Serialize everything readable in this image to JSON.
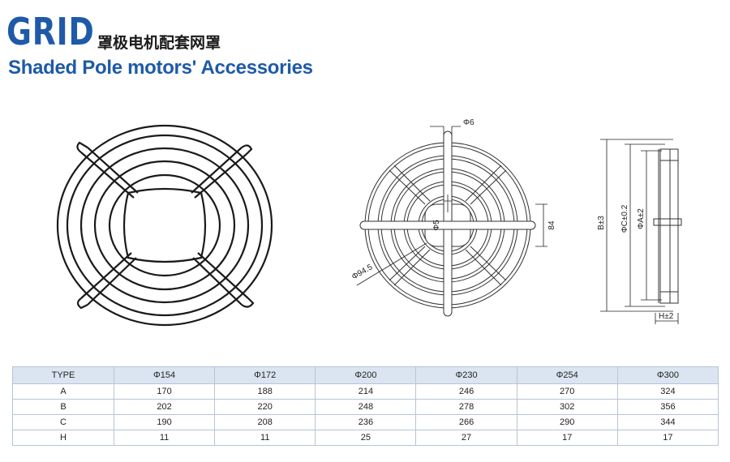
{
  "header": {
    "brand": "GRID",
    "cn_title": "罩极电机配套网罩",
    "en_title": "Shaded Pole motors' Accessories"
  },
  "dimensions": {
    "phi6": "Φ6",
    "phi5": "Φ5",
    "d84": "84",
    "phi94": "Φ94.5",
    "b": "B±3",
    "c": "ΦC±0.2",
    "a": "ΦA±2",
    "h": "H±2"
  },
  "table": {
    "headers": [
      "TYPE",
      "Φ154",
      "Φ172",
      "Φ200",
      "Φ230",
      "Φ254",
      "Φ300"
    ],
    "rows": [
      [
        "A",
        "170",
        "188",
        "214",
        "246",
        "270",
        "324"
      ],
      [
        "B",
        "202",
        "220",
        "248",
        "278",
        "302",
        "356"
      ],
      [
        "C",
        "190",
        "208",
        "236",
        "266",
        "290",
        "344"
      ],
      [
        "H",
        "11",
        "11",
        "25",
        "27",
        "17",
        "17"
      ]
    ]
  },
  "colors": {
    "brand_blue": "#1e5aa8",
    "table_header": "#dbe5f1"
  }
}
